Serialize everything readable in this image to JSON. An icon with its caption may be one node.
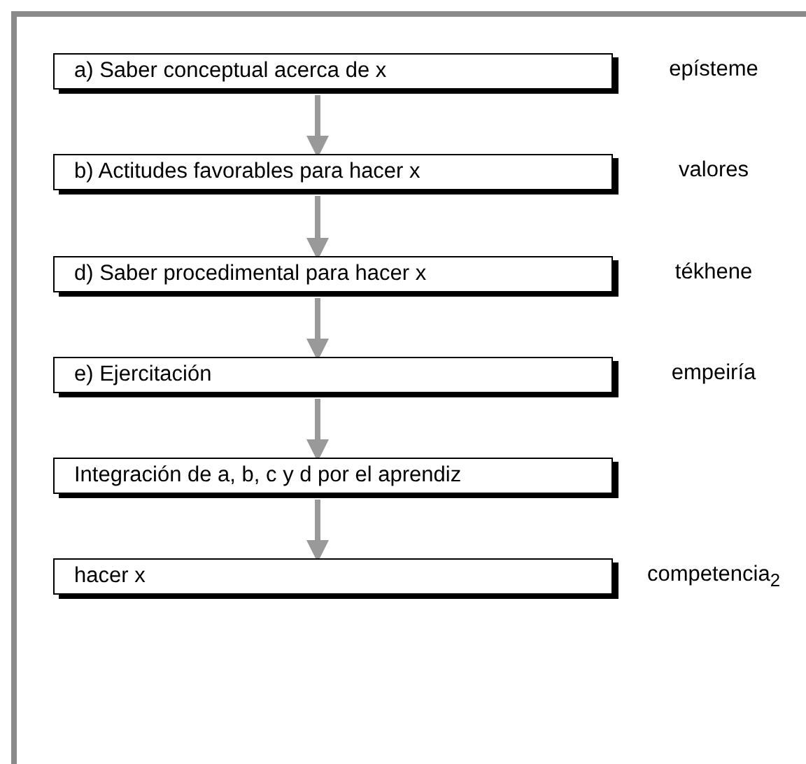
{
  "diagram": {
    "nodes": [
      {
        "text": [
          "a) Saber conceptual acerca de x"
        ],
        "beside": [
          "epísteme"
        ]
      },
      {
        "text": [
          "b) Actitudes favorables para hacer x"
        ],
        "beside": [
          "valores"
        ]
      },
      {
        "text": [
          "d) Saber procedimental para hacer x"
        ],
        "beside": [
          "tékhene"
        ]
      },
      {
        "text": [
          "e) Ejercitación"
        ],
        "beside": [
          "empeiría"
        ]
      },
      {
        "text": [
          "Integración de a, b, c y d por el aprendiz"
        ]
      },
      {
        "text": [
          "hacer x"
        ],
        "beside": [
          "competencia$_{2}$"
        ]
      }
    ],
    "edges": [
      {
        "from": 0,
        "to": 1,
        "arrow": "to"
      },
      {
        "from": 1,
        "to": 2,
        "arrow": "to"
      },
      {
        "from": 2,
        "to": 3,
        "arrow": "to"
      },
      {
        "from": 3,
        "to": 4,
        "arrow": "to"
      },
      {
        "from": 4,
        "to": 5,
        "arrow": "to"
      }
    ]
  }
}
